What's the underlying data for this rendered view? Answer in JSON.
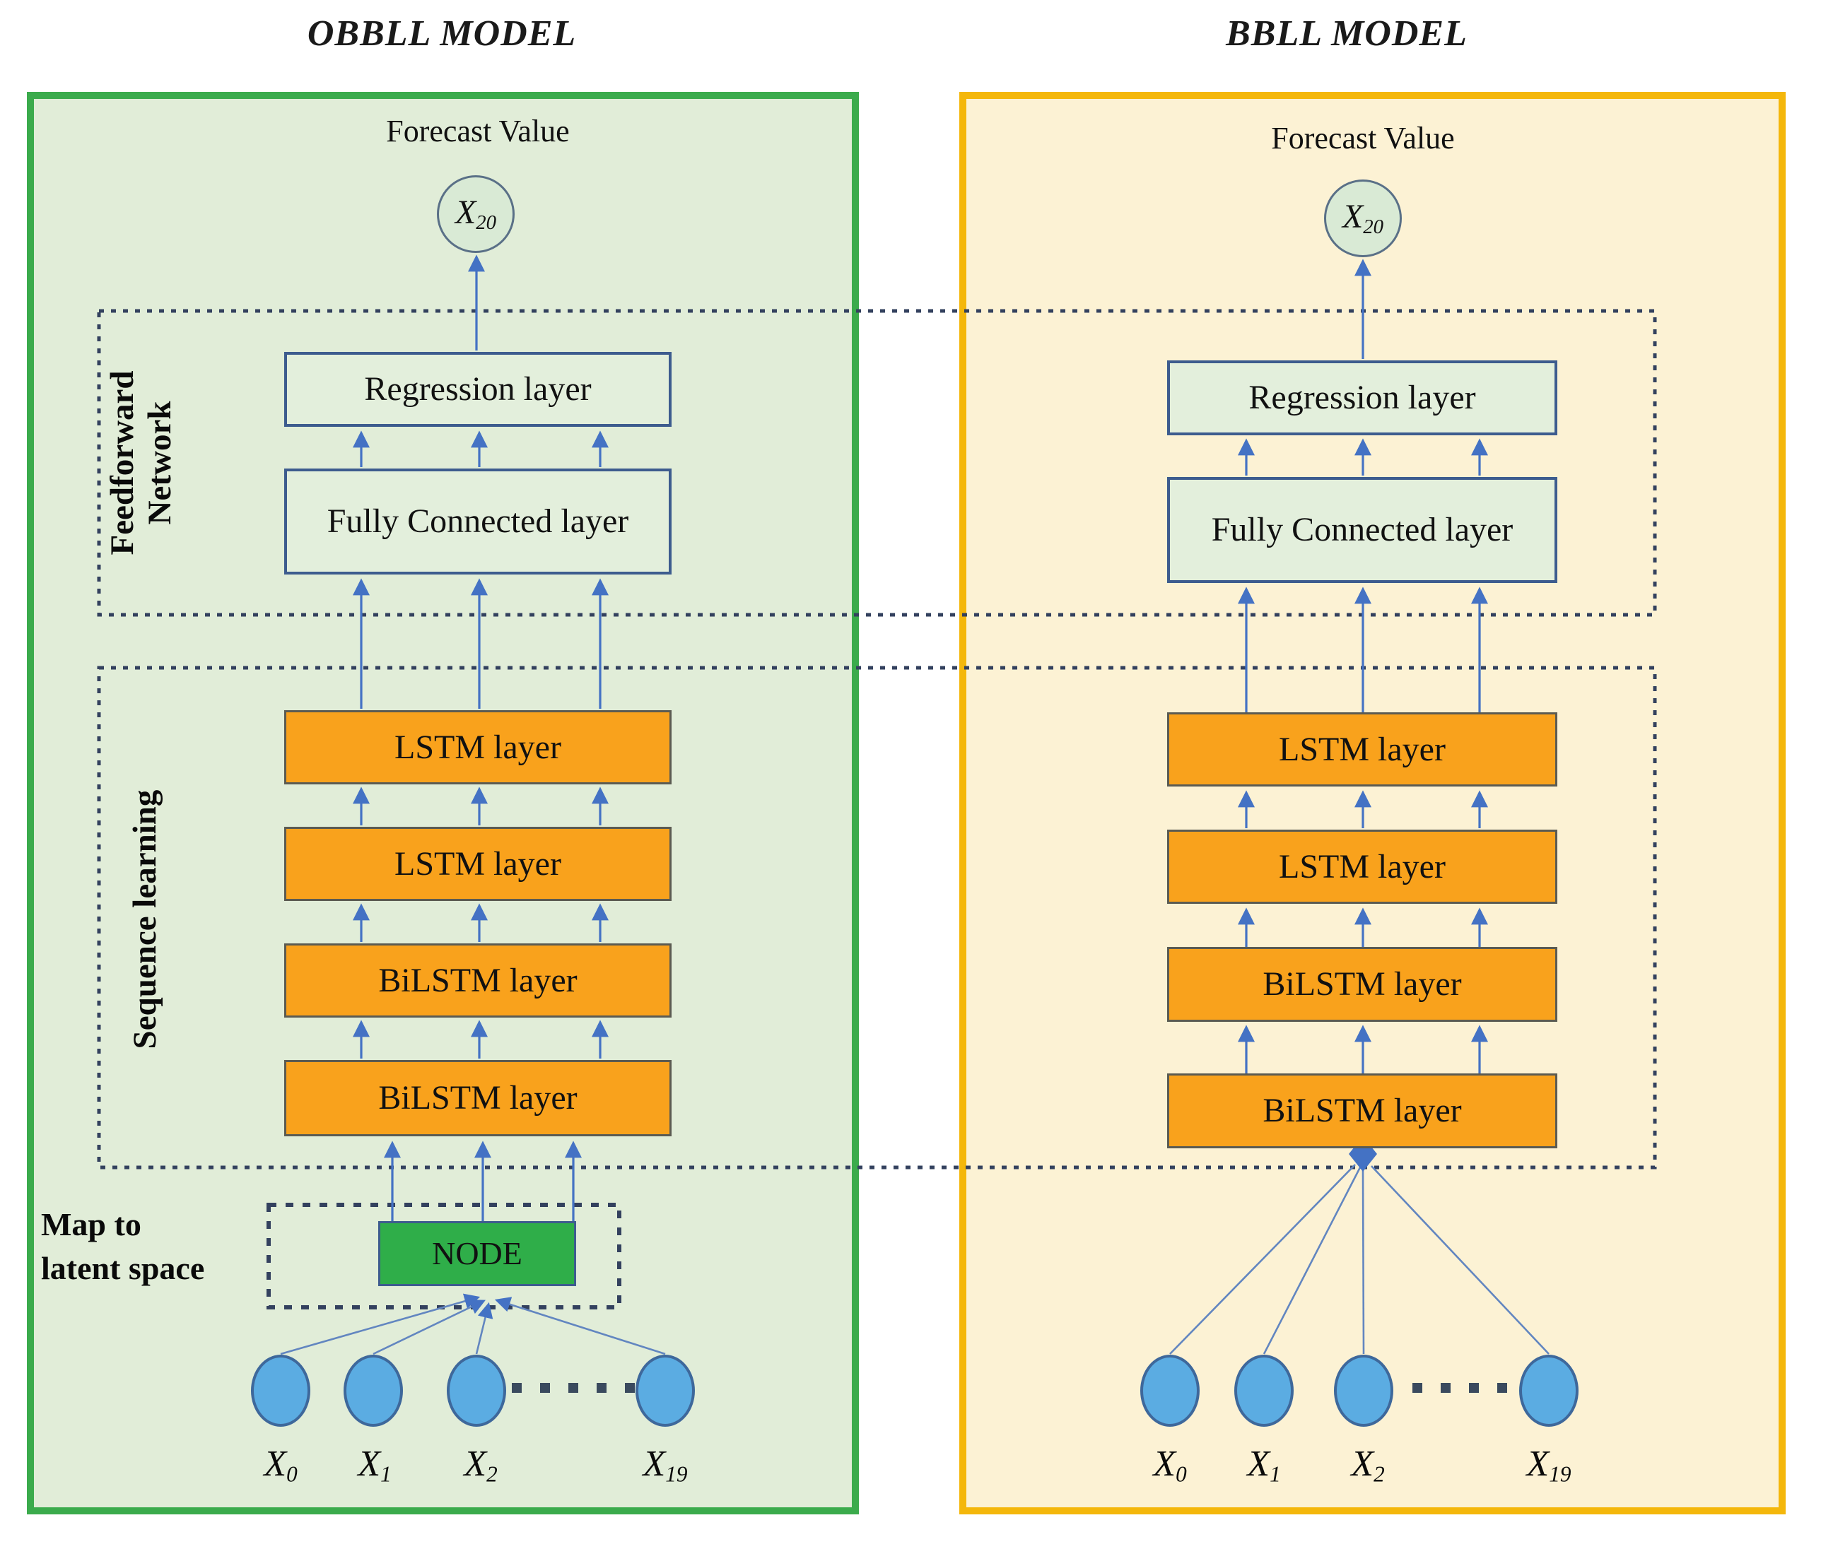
{
  "titles": {
    "left": "OBBLL MODEL",
    "right": "BBLL MODEL"
  },
  "section_labels": {
    "feedforward_line1": "Feedforward",
    "feedforward_line2": "Network",
    "sequence": "Sequence learning",
    "map_line1": "Map to",
    "map_line2": "latent space"
  },
  "left": {
    "forecast_label": "Forecast Value",
    "output": {
      "base": "X",
      "sub": "20"
    },
    "regression": "Regression layer",
    "fully_connected": "Fully Connected layer",
    "layers": [
      "LSTM layer",
      "LSTM layer",
      "BiLSTM layer",
      "BiLSTM layer"
    ],
    "node": "NODE",
    "inputs": [
      {
        "base": "X",
        "sub": "0"
      },
      {
        "base": "X",
        "sub": "1"
      },
      {
        "base": "X",
        "sub": "2"
      },
      {
        "base": "X",
        "sub": "19"
      }
    ]
  },
  "right": {
    "forecast_label": "Forecast Value",
    "output": {
      "base": "X",
      "sub": "20"
    },
    "regression": "Regression layer",
    "fully_connected": "Fully Connected layer",
    "layers": [
      "LSTM layer",
      "LSTM layer",
      "BiLSTM layer",
      "BiLSTM layer"
    ],
    "inputs": [
      {
        "base": "X",
        "sub": "0"
      },
      {
        "base": "X",
        "sub": "1"
      },
      {
        "base": "X",
        "sub": "2"
      },
      {
        "base": "X",
        "sub": "19"
      }
    ]
  },
  "colors": {
    "left_panel_border": "#3BAB4C",
    "left_panel_bg": "#E1EDD8",
    "right_panel_border": "#F4B70B",
    "right_panel_bg": "#FCF2D4",
    "lstm_orange": "#F9A21C",
    "feedforward_box_green": "#E3EFDC",
    "node_green": "#2FAE49",
    "input_ellipse_blue": "#5BACE2",
    "arrow_blue": "#4472C4",
    "dotted_border": "#33415E"
  }
}
